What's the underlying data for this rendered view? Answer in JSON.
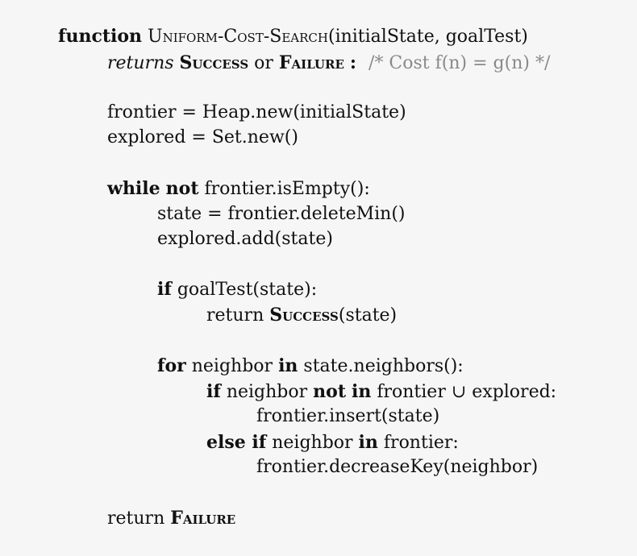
{
  "algorithm": {
    "header": {
      "kw_function": "function",
      "name": "Uniform-Cost-Search",
      "params": "(initialState, goalTest)"
    },
    "returns": {
      "kw_returns": "returns",
      "success": "Success",
      "or_word": "or",
      "failure": "Failure",
      "colon": ":",
      "comment": "/* Cost f(n) = g(n) */"
    },
    "init": {
      "frontier_line": "frontier = Heap.new(initialState)",
      "explored_line": "explored = Set.new()"
    },
    "loop": {
      "kw_while": "while",
      "kw_not": "not",
      "condition": "frontier.isEmpty():",
      "state_line": "state = frontier.deleteMin()",
      "add_line": "explored.add(state)"
    },
    "goal_check": {
      "kw_if": "if",
      "condition": "goalTest(state):",
      "return_word": "return",
      "success": "Success",
      "success_args": "(state)"
    },
    "neighbors": {
      "kw_for": "for",
      "var": "neighbor",
      "kw_in": "in",
      "iterable": "state.neighbors():",
      "kw_if": "if",
      "if_var": "neighbor",
      "kw_not": "not",
      "kw_in2": "in",
      "if_rest": "frontier ∪ explored:",
      "insert_line": "frontier.insert(state)",
      "kw_else_if": "else if",
      "elif_var": "neighbor",
      "kw_in3": "in",
      "elif_rest": "frontier:",
      "decrease_line": "frontier.decreaseKey(neighbor)"
    },
    "final": {
      "return_word": "return",
      "failure": "Failure"
    }
  }
}
